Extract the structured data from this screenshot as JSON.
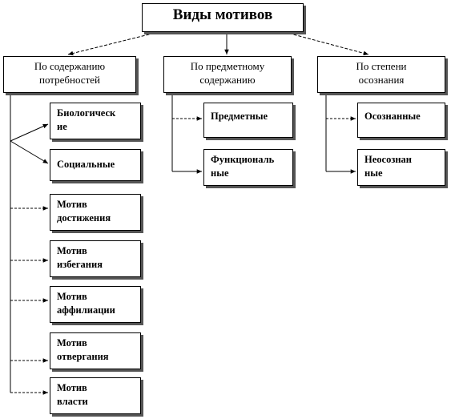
{
  "root": {
    "label": "Виды мотивов"
  },
  "categories": [
    {
      "label": "По содержанию\nпотребностей",
      "children": [
        "Биологическ\nие",
        "Социальные",
        "Мотив\nдостижения",
        "Мотив\nизбегания",
        "Мотив\nаффилиации",
        "Мотив\nотвергания",
        "Мотив\nвласти"
      ]
    },
    {
      "label": "По предметному\nсодержанию",
      "children": [
        "Предметные",
        "Функциональ\nные"
      ]
    },
    {
      "label": "По степени\nосознания",
      "children": [
        "Осознанные",
        "Неосознан\nные"
      ]
    }
  ]
}
